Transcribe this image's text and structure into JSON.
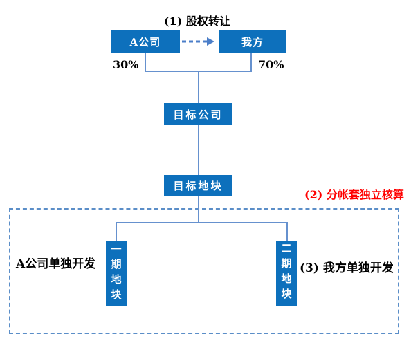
{
  "colors": {
    "box_fill": "#0D70BC",
    "connector": "#6691CE",
    "dashed_border": "#5B8EC8",
    "arrow": "#4B7EC8",
    "text_dark": "#000000",
    "text_light": "#FFFFFF",
    "accent_red": "#FF0000"
  },
  "diagram": {
    "step1_label": "(1) 股权转让",
    "company_a": "A公司",
    "our_side": "我方",
    "share_left": "30%",
    "share_right": "70%",
    "target_company": "目标公司",
    "target_parcel": "目标地块",
    "step2_label": "(2) 分帐套独立核算",
    "left_note": "A公司单独开发",
    "phase1_parcel": "一期地块",
    "phase2_parcel": "二期地块",
    "step3_label": "(3) 我方单独开发"
  }
}
